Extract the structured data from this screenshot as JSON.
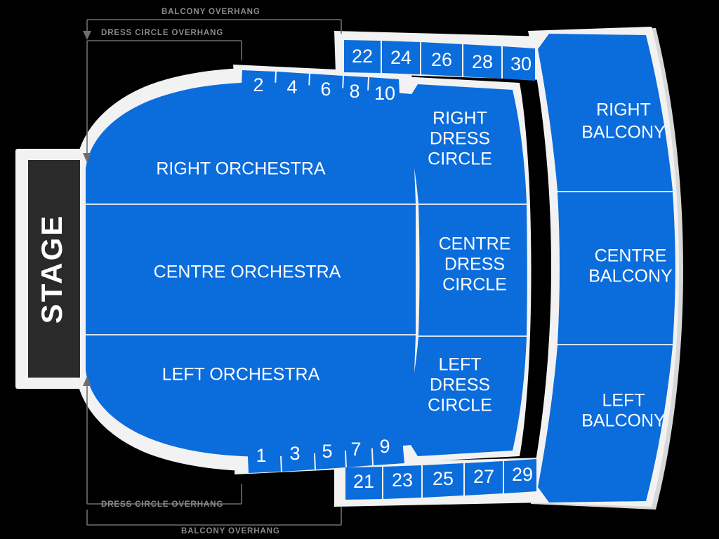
{
  "venue": {
    "stage_label": "STAGE",
    "background_color": "#000000",
    "seat_color": "#0B6CDC",
    "plate_color": "#F2F2F2",
    "stage_color": "#2A2A2A",
    "annotation_color": "#8A8A8A"
  },
  "annotations": {
    "top_balcony_overhang": "BALCONY OVERHANG",
    "top_dress_circle_overhang": "DRESS CIRCLE OVERHANG",
    "bottom_dress_circle_overhang": "DRESS CIRCLE OVERHANG",
    "bottom_balcony_overhang": "BALCONY OVERHANG"
  },
  "sections": {
    "orchestra": [
      {
        "id": "right-orchestra",
        "label": "RIGHT ORCHESTRA"
      },
      {
        "id": "centre-orchestra",
        "label": "CENTRE ORCHESTRA"
      },
      {
        "id": "left-orchestra",
        "label": "LEFT ORCHESTRA"
      }
    ],
    "dress_circle": [
      {
        "id": "right-dress-circle",
        "lines": [
          "RIGHT",
          "DRESS",
          "CIRCLE"
        ]
      },
      {
        "id": "centre-dress-circle",
        "lines": [
          "CENTRE",
          "DRESS",
          "CIRCLE"
        ]
      },
      {
        "id": "left-dress-circle",
        "lines": [
          "LEFT",
          "DRESS",
          "CIRCLE"
        ]
      }
    ],
    "balcony": [
      {
        "id": "right-balcony",
        "lines": [
          "RIGHT",
          "BALCONY"
        ]
      },
      {
        "id": "centre-balcony",
        "lines": [
          "CENTRE",
          "BALCONY"
        ]
      },
      {
        "id": "left-balcony",
        "lines": [
          "LEFT",
          "BALCONY"
        ]
      }
    ]
  },
  "boxes": {
    "upper_inner": [
      "2",
      "4",
      "6",
      "8",
      "10"
    ],
    "upper_outer": [
      "22",
      "24",
      "26",
      "28",
      "30"
    ],
    "lower_inner": [
      "1",
      "3",
      "5",
      "7",
      "9"
    ],
    "lower_outer": [
      "21",
      "23",
      "25",
      "27",
      "29"
    ]
  },
  "labels": {
    "right_orchestra": "RIGHT ORCHESTRA",
    "centre_orchestra": "CENTRE ORCHESTRA",
    "left_orchestra": "LEFT ORCHESTRA",
    "rdc1": "RIGHT",
    "rdc2": "DRESS",
    "rdc3": "CIRCLE",
    "cdc1": "CENTRE",
    "cdc2": "DRESS",
    "cdc3": "CIRCLE",
    "ldc1": "LEFT",
    "ldc2": "DRESS",
    "ldc3": "CIRCLE",
    "rb1": "RIGHT",
    "rb2": "BALCONY",
    "cb1": "CENTRE",
    "cb2": "BALCONY",
    "lb1": "LEFT",
    "lb2": "BALCONY",
    "box2": "2",
    "box4": "4",
    "box6": "6",
    "box8": "8",
    "box10": "10",
    "box22": "22",
    "box24": "24",
    "box26": "26",
    "box28": "28",
    "box30": "30",
    "box1": "1",
    "box3": "3",
    "box5": "5",
    "box7": "7",
    "box9": "9",
    "box21": "21",
    "box23": "23",
    "box25": "25",
    "box27": "27",
    "box29": "29"
  }
}
